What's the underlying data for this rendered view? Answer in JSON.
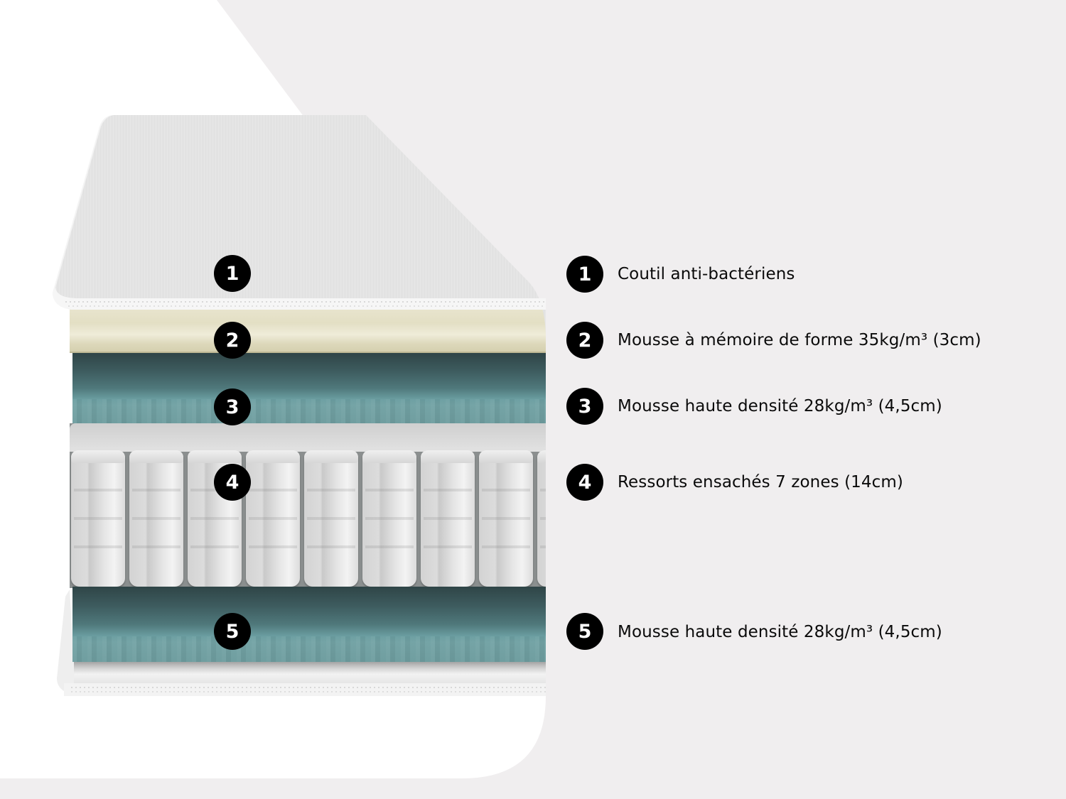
{
  "colors": {
    "background": "#f0eeef",
    "white_panel": "#ffffff",
    "cover": "#e4e4e4",
    "memory_foam": "#e5e1c8",
    "high_density_foam": "#6d9c9e",
    "badge": "#000000",
    "badge_text": "#ffffff",
    "label_text": "#0a0a0a"
  },
  "diagram": {
    "type": "mattress-layer-cross-section",
    "layers": [
      {
        "number": "1",
        "name": "cover",
        "label": "Coutil anti-bactériens"
      },
      {
        "number": "2",
        "name": "memory-foam",
        "label": "Mousse à mémoire de forme 35kg/m³ (3cm)"
      },
      {
        "number": "3",
        "name": "high-density-foam-top",
        "label": "Mousse haute densité 28kg/m³ (4,5cm)"
      },
      {
        "number": "4",
        "name": "pocket-springs",
        "label": "Ressorts ensachés 7 zones (14cm)"
      },
      {
        "number": "5",
        "name": "high-density-foam-bottom",
        "label": "Mousse haute densité 28kg/m³ (4,5cm)"
      }
    ]
  },
  "legend": {
    "items": [
      {
        "number": "1",
        "text": "Coutil anti-bactériens"
      },
      {
        "number": "2",
        "text": "Mousse à mémoire de forme 35kg/m³ (3cm)"
      },
      {
        "number": "3",
        "text": "Mousse haute densité 28kg/m³ (4,5cm)"
      },
      {
        "number": "4",
        "text": "Ressorts ensachés 7 zones (14cm)"
      },
      {
        "number": "5",
        "text": "Mousse haute densité 28kg/m³ (4,5cm)"
      }
    ]
  }
}
